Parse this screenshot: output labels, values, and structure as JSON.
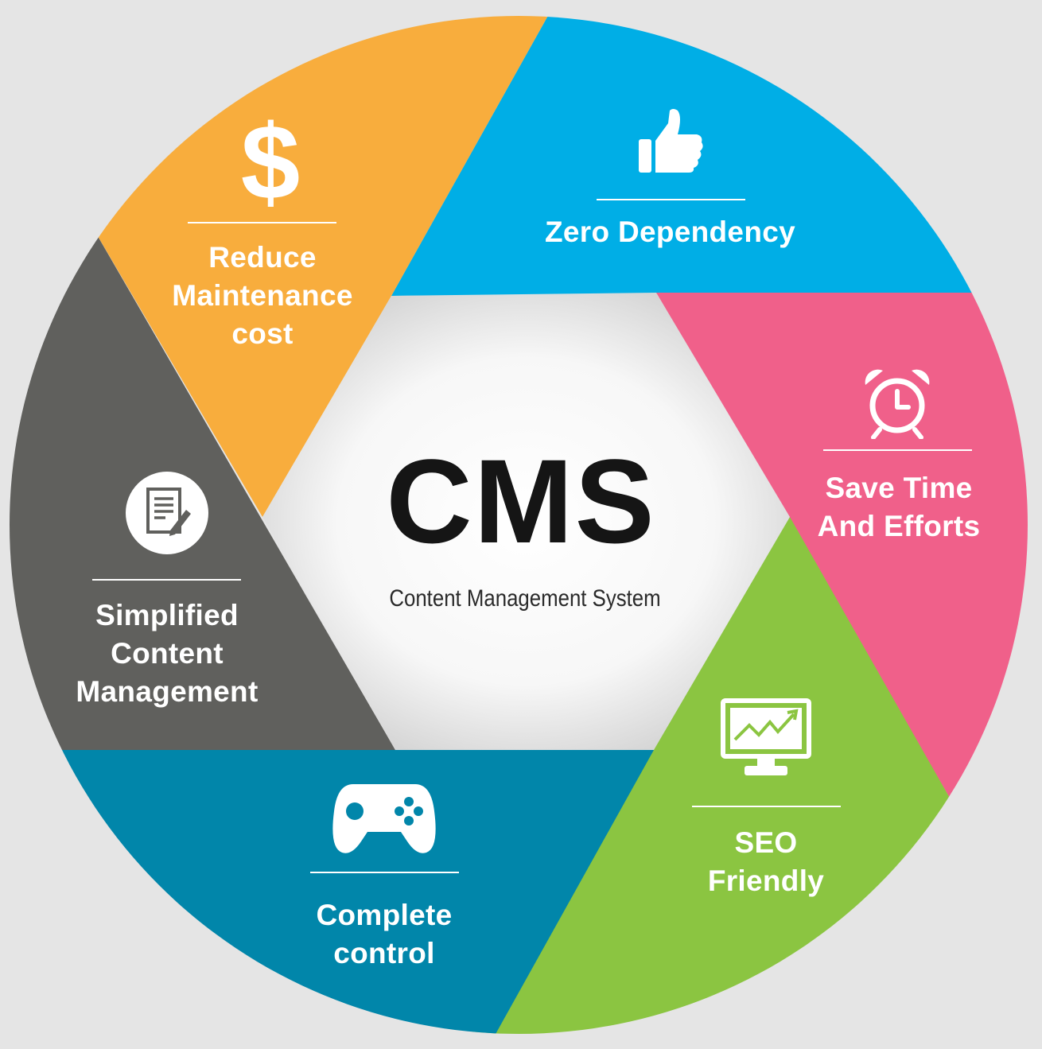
{
  "center": {
    "title": "CMS",
    "subtitle": "Content Management System"
  },
  "segments": [
    {
      "id": "zero-dependency",
      "lines": [
        "Zero Dependency"
      ],
      "color": "#00aee6",
      "icon": "thumbs-up-icon"
    },
    {
      "id": "save-time",
      "lines": [
        "Save Time",
        "And Efforts"
      ],
      "color": "#f0608a",
      "icon": "alarm-clock-icon"
    },
    {
      "id": "seo-friendly",
      "lines": [
        "SEO",
        "Friendly"
      ],
      "color": "#8bc541",
      "icon": "monitor-chart-icon"
    },
    {
      "id": "complete-control",
      "lines": [
        "Complete",
        "control"
      ],
      "color": "#0186aa",
      "icon": "gamepad-icon"
    },
    {
      "id": "simplified-content",
      "lines": [
        "Simplified",
        "Content",
        "Management"
      ],
      "color": "#60605d",
      "icon": "document-edit-icon"
    },
    {
      "id": "reduce-maintenance",
      "lines": [
        "Reduce",
        "Maintenance",
        "cost"
      ],
      "color": "#f8ad3d",
      "icon": "dollar-icon"
    }
  ]
}
